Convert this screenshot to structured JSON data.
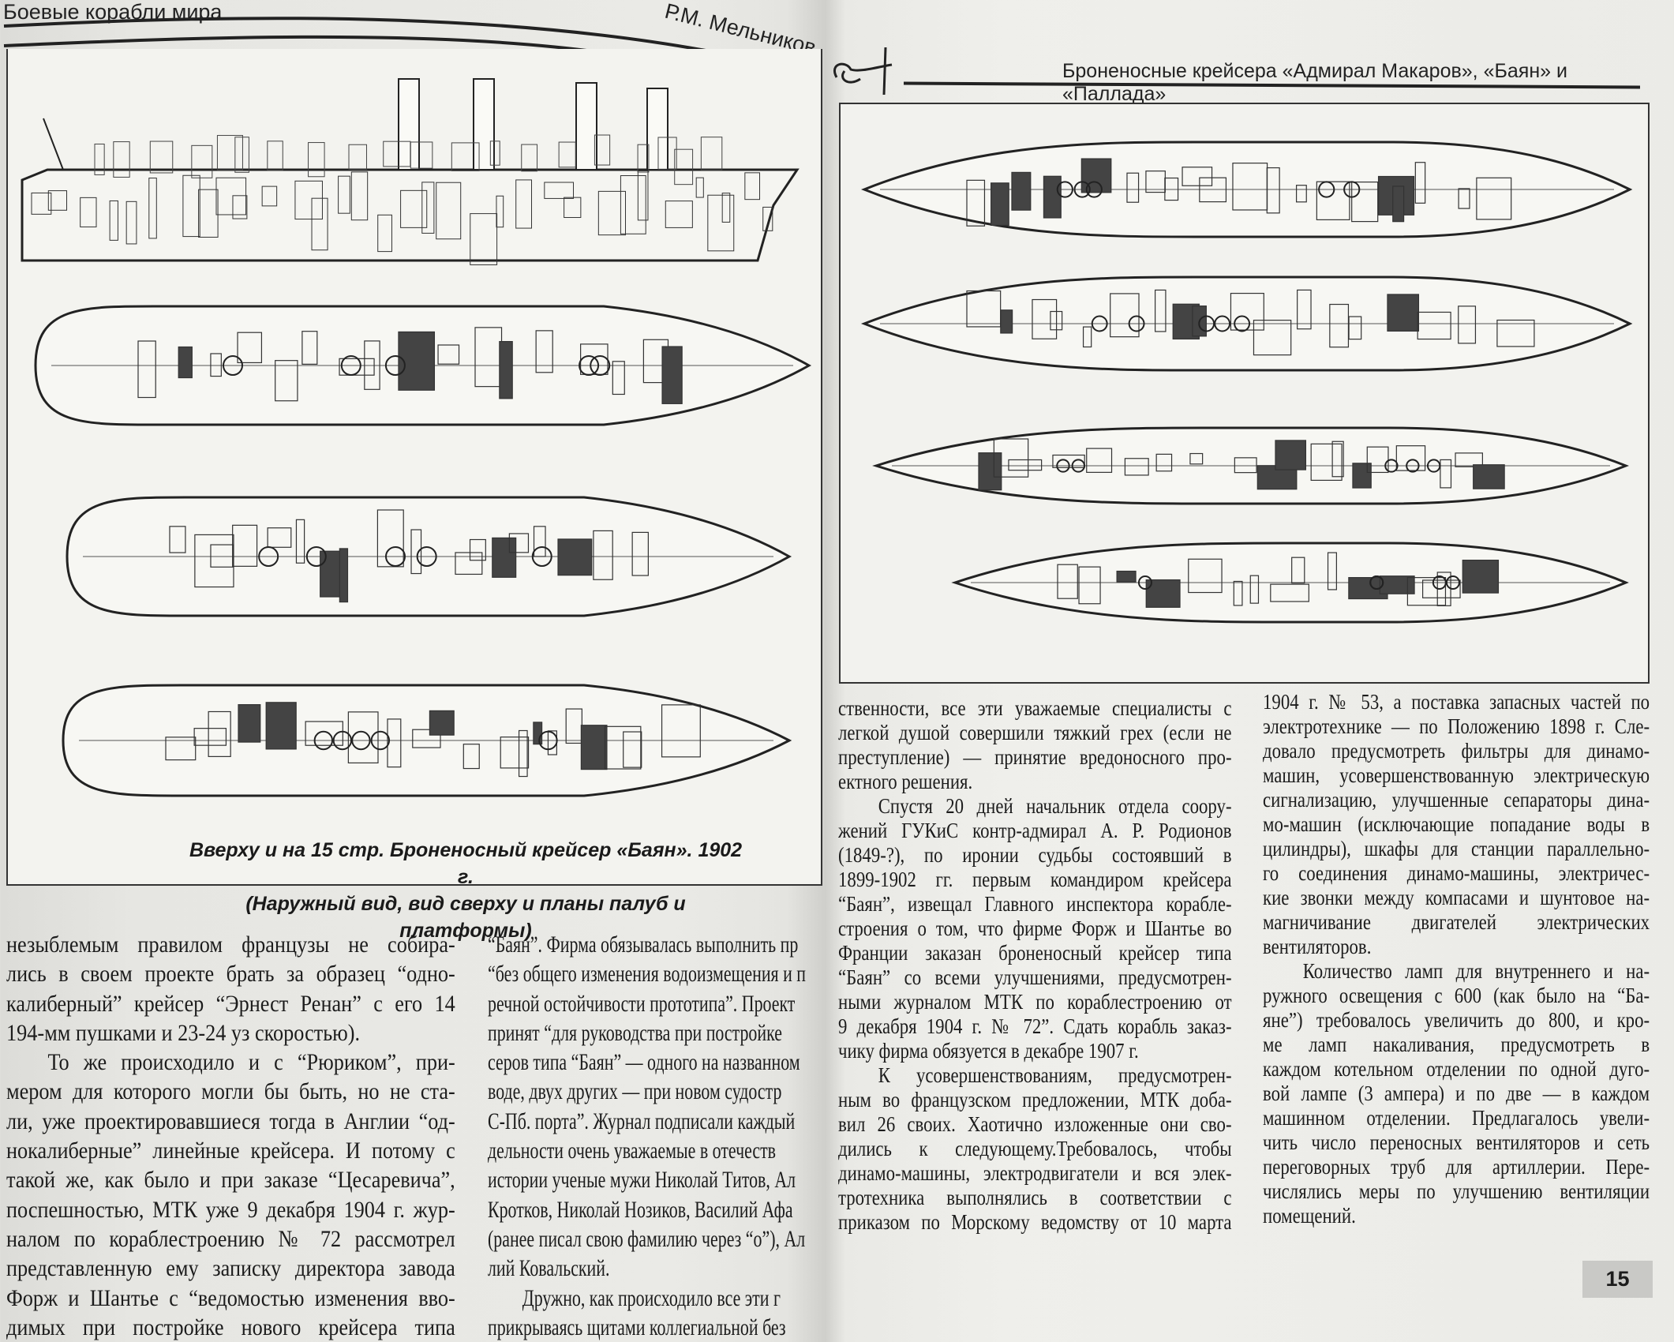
{
  "left_page": {
    "running_title": "Боевые корабли мира",
    "author": "Р.М. Мельников",
    "caption_line1": "Вверху и на 15 стр. Броненосный крейсер «Баян». 1902 г.",
    "caption_line2": "(Наружный вид, вид сверху и планы палуб и платформы)",
    "column1": [
      "незыблемым правилом французы не собира-",
      "лись в своем проекте брать за образец “одно-",
      "калиберный” крейсер “Эрнест Ренан” с его 14",
      "194-мм пушками и 23-24 уз скоростью).",
      "То же происходило и с “Рюриком”, при-",
      "мером для которого могли бы быть, но не ста-",
      "ли, уже проектировавшиеся тогда в Англии “од-",
      "нокалиберные” линейные крейсера. И потому с",
      "такой же, как было и при заказе “Цесаревича”,",
      "поспешностью, МТК уже 9 декабря 1904 г. жур-",
      "налом по кораблестроению № 72 рассмотрел",
      "представленную ему записку директора завода",
      "Форж и Шантье с “ведомостью изменения вво-",
      "димых при постройке нового крейсера типа"
    ],
    "column2": [
      "“Баян”. Фирма обязывалась выполнить пр",
      "“без общего изменения водоизмещения и п",
      "речной остойчивости прототипа”. Проект",
      "принят “для руководства при постройке",
      "серов типа “Баян” — одного на названном",
      "воде, двух других — при новом судостр",
      "С-Пб. порта”. Журнал подписали каждый",
      "дельности очень уважаемые в отечеств",
      "истории ученые мужи Николай Титов, Ал",
      "Кротков, Николай Нозиков, Василий Афа",
      "(ранее писал свою фамилию через “о”), Ал",
      "лий Ковальский.",
      "Дружно, как происходило все эти г",
      "прикрываясь щитами коллегиальной без"
    ]
  },
  "right_page": {
    "running_title": "Броненосные крейсера «Адмирал Макаров», «Баян» и «Паллада»",
    "column3": [
      "ственности, все эти уважаемые специалисты с",
      "легкой душой совершили тяжкий грех (если не",
      "преступление) — принятие вредоносного про-",
      "ектного решения.",
      "Спустя 20 дней начальник отдела соору-",
      "жений ГУКиС контр-адмирал А. Р. Родионов",
      "(1849-?), по иронии судьбы состоявший в",
      "1899-1902 гг. первым командиром крейсера",
      "“Баян”, извещал Главного инспектора корабле-",
      "строения о том, что фирме Форж и Шантье во",
      "Франции заказан броненосный крейсер типа",
      "“Баян” со всеми улучшениями, предусмотрен-",
      "ными журналом МТК по кораблестроению от",
      "9 декабря 1904 г. № 72”. Сдать корабль заказ-",
      "чику фирма обязуется в декабре 1907 г.",
      "К усовершенствованиям, предусмотрен-",
      "ным во французском предложении, МТК доба-",
      "вил 26 своих. Хаотично изложенные они сво-",
      "дились к следующему.Требовалось, чтобы",
      "динамо-машины, электродвигатели и вся элек-",
      "тротехника выполнялись в соответствии с",
      "приказом по Морскому ведомству от 10 марта"
    ],
    "column4": [
      "1904 г. № 53, а поставка запасных частей по",
      "электротехнике — по Положению 1898 г. Сле-",
      "довало предусмотреть фильтры для динамо-",
      "машин, усовершенствованную электрическую",
      "сигнализацию, улучшенные сепараторы дина-",
      "мо-машин (исключающие попадание воды в",
      "цилиндры), шкафы для станции параллельно-",
      "го соединения динамо-машины, электричес-",
      "кие звонки между компасами и шунтовое на-",
      "магничивание двигателей электрических",
      "вентиляторов.",
      "Количество ламп для внутреннего и на-",
      "ружного освещения с 600 (как было на “Ба-",
      "яне”) требовалось увеличить до 800, и кро-",
      "ме ламп накаливания, предусмотреть в",
      "каждом котельном отделении по одной дуго-",
      "вой лампе (3 ампера) и по две — в каждом",
      "машинном отделении. Предлагалось увели-",
      "чить число переносных вентиляторов и сеть",
      "переговорных труб для артиллерии. Пере-",
      "числялись меры по улучшению вентиляции",
      "помещений."
    ],
    "page_number": "15"
  }
}
